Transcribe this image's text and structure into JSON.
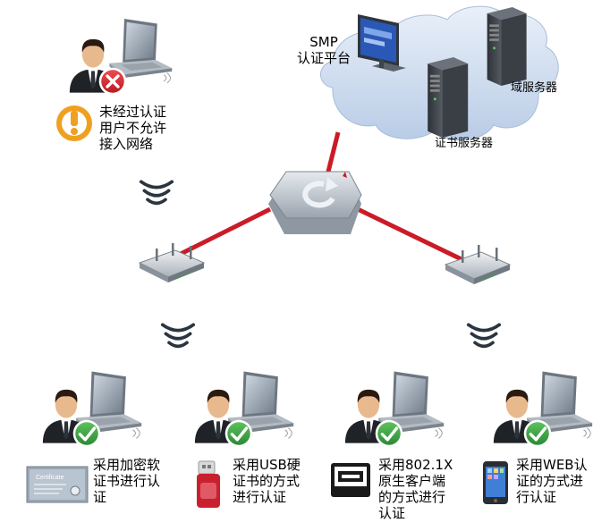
{
  "cloud": {
    "smp_label": "SMP\n认证平台",
    "domain_server_label": "域服务器",
    "cert_server_label": "证书服务器"
  },
  "denied": {
    "text": "未经过认证\n用户不允许\n接入网络",
    "status": "denied"
  },
  "clients": [
    {
      "text": "采用加密软\n证书进行认\n证",
      "device": "certificate",
      "status": "allowed"
    },
    {
      "text": "采用USB硬\n证书的方式\n进行认证",
      "device": "usb-key",
      "status": "allowed"
    },
    {
      "text": "采用802.1X\n原生客户端\n的方式进行\n认证",
      "device": "monitor",
      "status": "allowed"
    },
    {
      "text": "采用WEB认\n证的方式进\n行认证",
      "device": "smartphone",
      "status": "allowed"
    }
  ],
  "certificate_card_text": "Certificate",
  "colors": {
    "link": "#cc1b28",
    "cloud": "#c8d8ee",
    "ok_badge": "#3aa04a",
    "deny_badge": "#d9282e",
    "warn": "#f0a020",
    "wifi": "#2b3540",
    "usb": "#c9202f"
  }
}
